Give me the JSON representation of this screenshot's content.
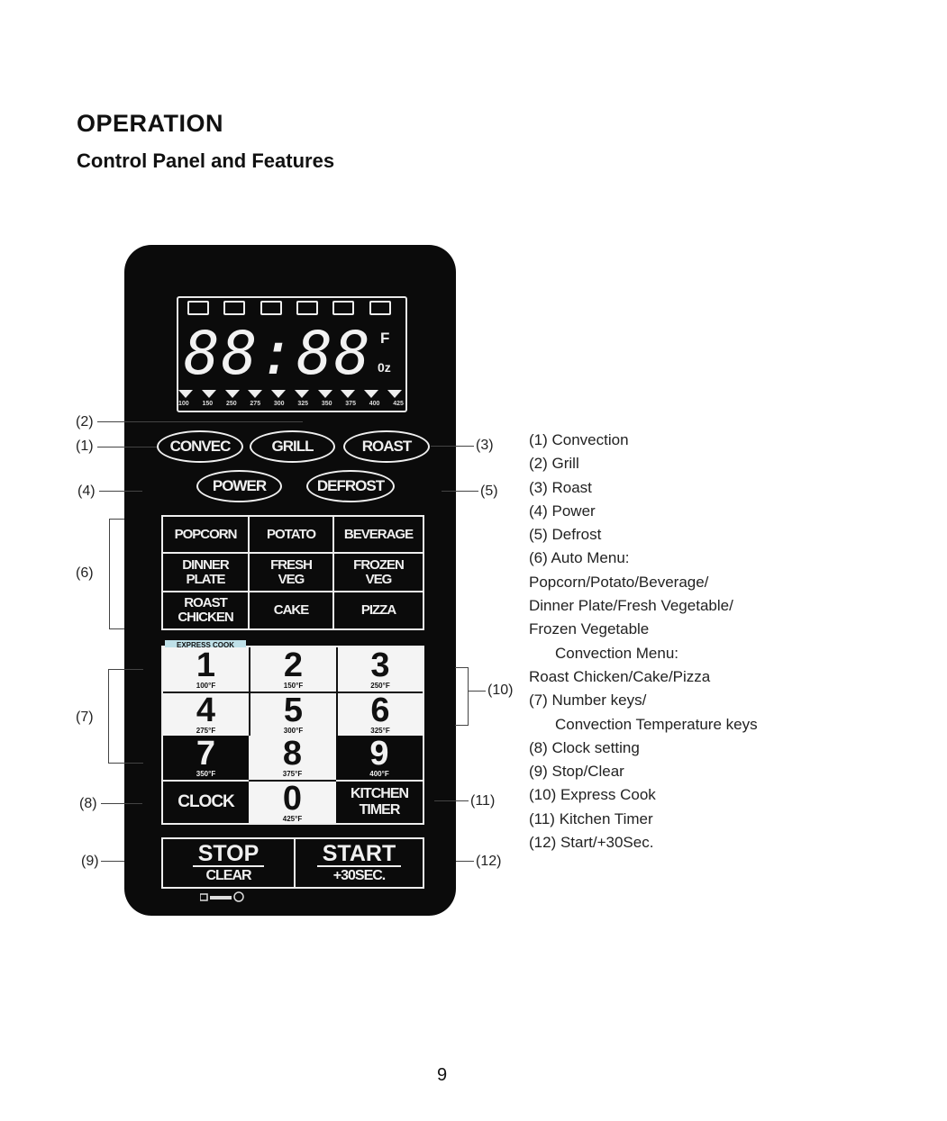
{
  "header": {
    "title": "OPERATION",
    "subtitle": "Control Panel and Features"
  },
  "display": {
    "digits": "88:88",
    "unit_f": "F",
    "unit_oz": "0z",
    "temps": [
      "100",
      "150",
      "250",
      "275",
      "300",
      "325",
      "350",
      "375",
      "400",
      "425"
    ]
  },
  "buttons": {
    "convec": "CONVEC",
    "grill": "GRILL",
    "roast": "ROAST",
    "power": "POWER",
    "defrost": "DEFROST"
  },
  "auto_menu": {
    "popcorn": "POPCORN",
    "potato": "POTATO",
    "beverage": "BEVERAGE",
    "dinner_plate_1": "DINNER",
    "dinner_plate_2": "PLATE",
    "fresh_veg_1": "FRESH",
    "fresh_veg_2": "VEG",
    "frozen_veg_1": "FROZEN",
    "frozen_veg_2": "VEG",
    "roast_chicken_1": "ROAST",
    "roast_chicken_2": "CHICKEN",
    "cake": "CAKE",
    "pizza": "PIZZA"
  },
  "express_cook_label": "EXPRESS COOK",
  "number_keys": [
    {
      "num": "1",
      "temp": "100°F"
    },
    {
      "num": "2",
      "temp": "150°F"
    },
    {
      "num": "3",
      "temp": "250°F"
    },
    {
      "num": "4",
      "temp": "275°F"
    },
    {
      "num": "5",
      "temp": "300°F"
    },
    {
      "num": "6",
      "temp": "325°F"
    },
    {
      "num": "7",
      "temp": "350°F"
    },
    {
      "num": "8",
      "temp": "375°F"
    },
    {
      "num": "9",
      "temp": "400°F"
    },
    {
      "num": "0",
      "temp": "425°F"
    }
  ],
  "clock": "CLOCK",
  "kitchen_timer_1": "KITCHEN",
  "kitchen_timer_2": "TIMER",
  "stop": "STOP",
  "clear": "CLEAR",
  "start": "START",
  "plus30": "+30SEC.",
  "callouts": {
    "c1": "(1)",
    "c2": "(2)",
    "c3": "(3)",
    "c4": "(4)",
    "c5": "(5)",
    "c6": "(6)",
    "c7": "(7)",
    "c8": "(8)",
    "c9": "(9)",
    "c10": "(10)",
    "c11": "(11)",
    "c12": "(12)"
  },
  "legend": [
    "(1) Convection",
    "(2) Grill",
    "(3) Roast",
    "(4) Power",
    "(5) Defrost",
    "(6) Auto Menu:",
    "Popcorn/Potato/Beverage/",
    "Dinner Plate/Fresh Vegetable/",
    "Frozen Vegetable",
    "Convection Menu:",
    "Roast Chicken/Cake/Pizza",
    "(7) Number keys/",
    "Convection Temperature keys",
    "(8) Clock setting",
    "(9) Stop/Clear",
    "(10) Express Cook",
    "(11) Kitchen Timer",
    "(12) Start/+30Sec."
  ],
  "page_number": "9"
}
